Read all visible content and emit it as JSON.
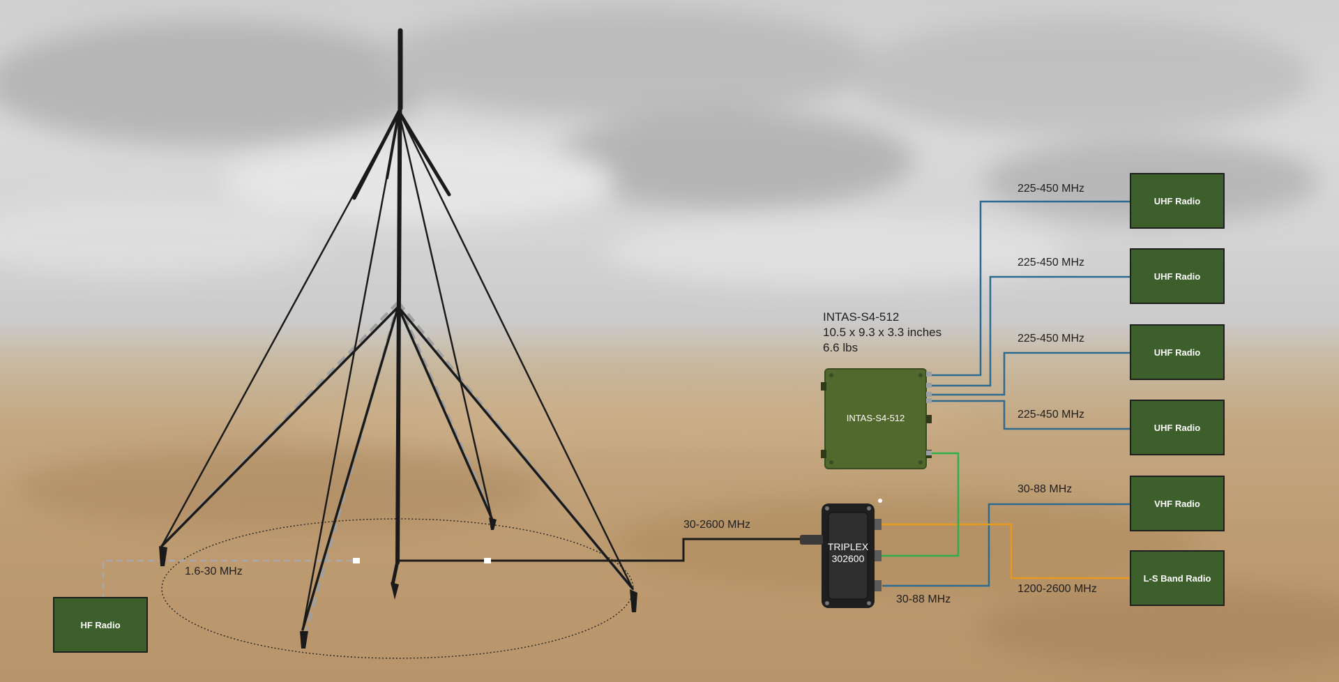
{
  "device": {
    "model_heading": "INTAS-S4-512",
    "dimensions": "10.5 x 9.3 x 3.3 inches",
    "weight": "6.6 lbs",
    "box_label": "INTAS-S4-512"
  },
  "triplexer": {
    "line1": "TRIPLEX",
    "line2": "302600"
  },
  "radios": {
    "uhf_1": "UHF Radio",
    "uhf_2": "UHF Radio",
    "uhf_3": "UHF Radio",
    "uhf_4": "UHF Radio",
    "vhf": "VHF Radio",
    "ls_band": "L-S Band Radio",
    "hf": "HF Radio"
  },
  "freq_labels": {
    "uhf_1": "225-450 MHz",
    "uhf_2": "225-450 MHz",
    "uhf_3": "225-450 MHz",
    "uhf_4": "225-450 MHz",
    "vhf_out": "30-88 MHz",
    "vhf_in": "30-88 MHz",
    "ls_band": "1200-2600 MHz",
    "antenna_feed": "30-2600 MHz",
    "hf": "1.6-30 MHz"
  },
  "colors": {
    "radio_fill": "#3d5f2b",
    "uhf_line": "#2e6a8f",
    "vhf_line": "#2e6a8f",
    "ls_band_line": "#e89a1c",
    "intas_link_line": "#2fae4a",
    "antenna": "#1a1a1a",
    "hf_line": "#a8a8a8"
  }
}
